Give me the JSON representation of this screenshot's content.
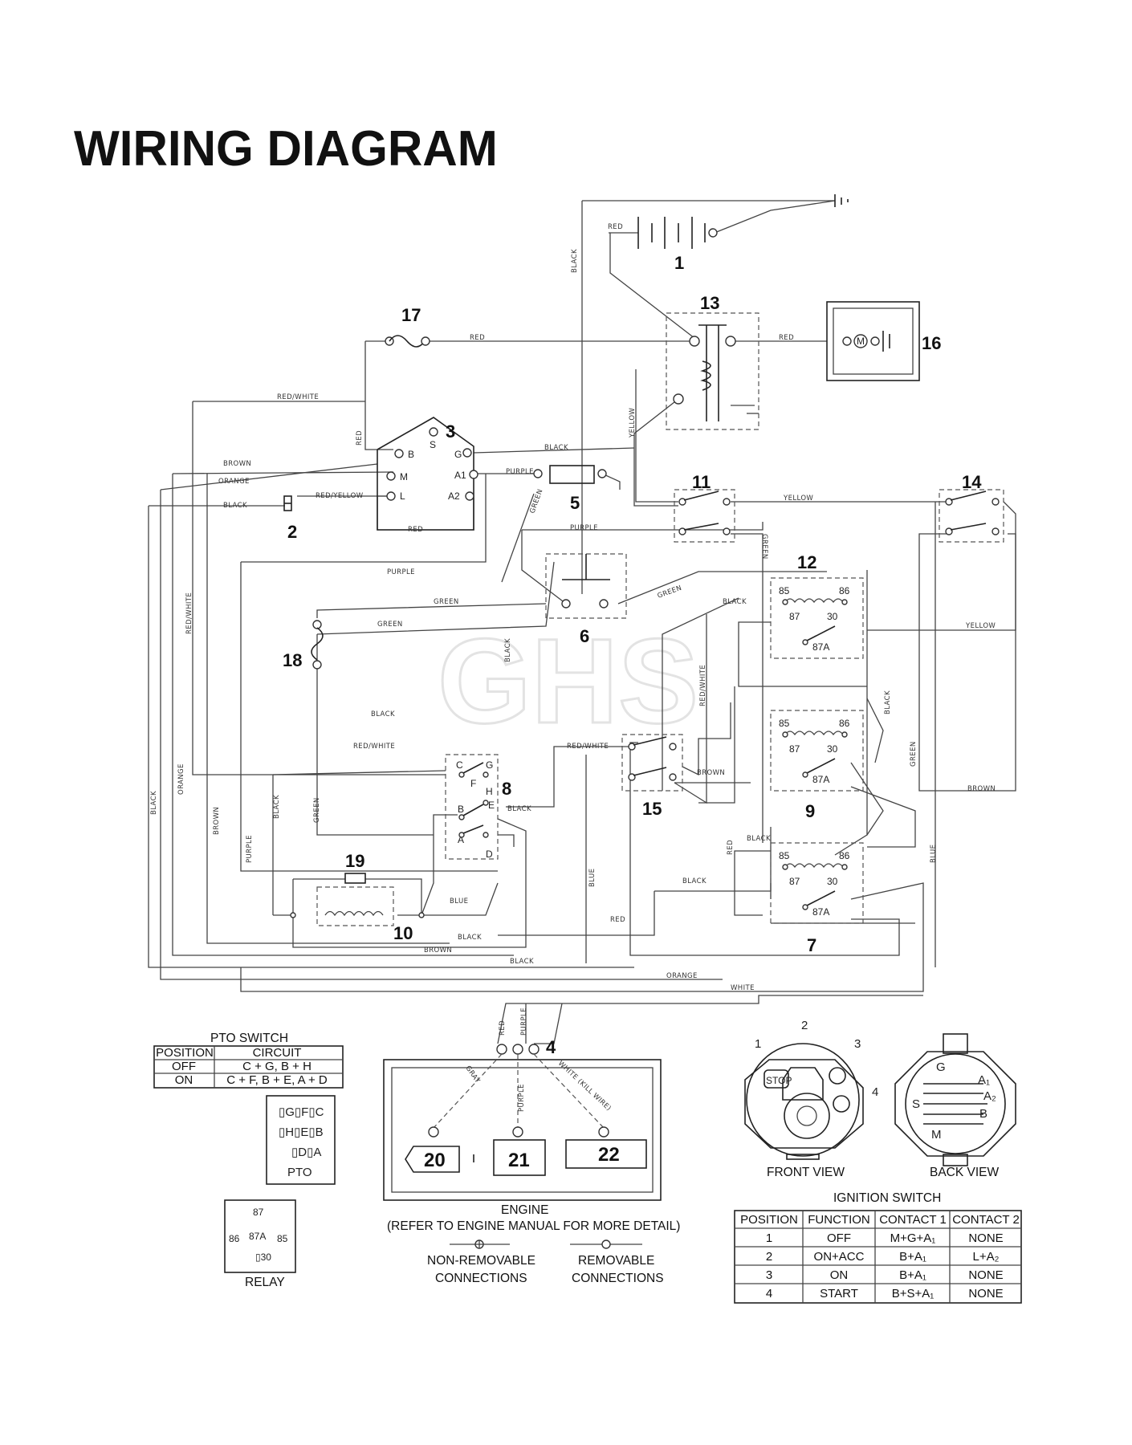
{
  "title": "WIRING DIAGRAM",
  "watermark": "GHS",
  "components": {
    "c1": "1",
    "c2": "2",
    "c3": "3",
    "c4": "4",
    "c5": "5",
    "c6": "6",
    "c7": "7",
    "c8": "8",
    "c9": "9",
    "c10": "10",
    "c11": "11",
    "c12": "12",
    "c13": "13",
    "c14": "14",
    "c15": "15",
    "c16": "16",
    "c17": "17",
    "c18": "18",
    "c19": "19",
    "c20": "20",
    "c21": "21",
    "c22": "22"
  },
  "wires": {
    "red": "RED",
    "black": "BLACK",
    "yellow": "YELLOW",
    "red_white": "RED/WHITE",
    "brown": "BROWN",
    "orange": "ORANGE",
    "red_yellow": "RED/YELLOW",
    "purple": "PURPLE",
    "green": "GREEN",
    "blue": "BLUE",
    "white": "WHITE",
    "gray": "GRAY",
    "white_kill": "WHITE (KILL WIRE)"
  },
  "switch3_pins": {
    "s": "S",
    "b": "B",
    "m": "M",
    "l": "L",
    "g": "G",
    "a1": "A1",
    "a2": "A2"
  },
  "pto8_pins": {
    "c": "C",
    "g": "G",
    "f": "F",
    "h": "H",
    "e": "E",
    "b": "B",
    "a": "A",
    "d": "D"
  },
  "relay_pins": {
    "p85": "85",
    "p86": "86",
    "p87": "87",
    "p30": "30",
    "p87a": "87A"
  },
  "pto_table": {
    "title": "PTO SWITCH",
    "headers": [
      "POSITION",
      "CIRCUIT"
    ],
    "rows": [
      [
        "OFF",
        "C + G, B + H"
      ],
      [
        "ON",
        "C + F, B + E, A + D"
      ]
    ]
  },
  "pto_key": {
    "row1": "▯G▯F▯C",
    "row2": "▯H▯E▯B",
    "row3": "▯D▯A",
    "label": "PTO"
  },
  "relay_key": {
    "p87": "87",
    "p86": "86",
    "p87a": "87A",
    "p85": "85",
    "p30": "▯30",
    "label": "RELAY"
  },
  "engine": {
    "label": "ENGINE",
    "note": "(REFER TO ENGINE MANUAL FOR MORE DETAIL)"
  },
  "legend": {
    "nonremovable": [
      "NON-REMOVABLE",
      "CONNECTIONS"
    ],
    "removable": [
      "REMOVABLE",
      "CONNECTIONS"
    ]
  },
  "ignition": {
    "title": "IGNITION SWITCH",
    "front_view": "FRONT VIEW",
    "back_view": "BACK VIEW",
    "front_nums": [
      "1",
      "2",
      "3",
      "4"
    ],
    "stop": "STOP",
    "back_pins": {
      "g": "G",
      "a1": "A₁",
      "a2": "A₂",
      "s": "S",
      "b": "B",
      "m": "M"
    },
    "headers": [
      "POSITION",
      "FUNCTION",
      "CONTACT 1",
      "CONTACT 2"
    ],
    "rows": [
      [
        "1",
        "OFF",
        "M+G+A₁",
        "NONE"
      ],
      [
        "2",
        "ON+ACC",
        "B+A₁",
        "L+A₂"
      ],
      [
        "3",
        "ON",
        "B+A₁",
        "NONE"
      ],
      [
        "4",
        "START",
        "B+S+A₁",
        "NONE"
      ]
    ]
  }
}
